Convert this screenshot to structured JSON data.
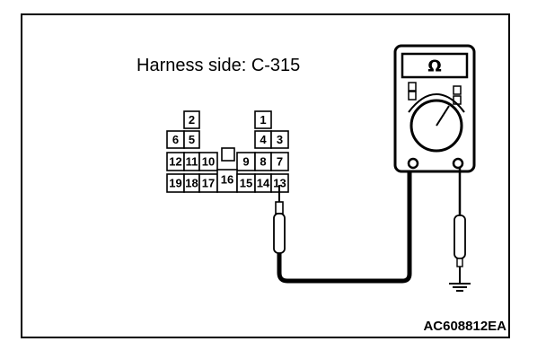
{
  "caption": "Harness side: C-315",
  "figure_id": "AC608812EA",
  "meter": {
    "unit_symbol": "Ω"
  },
  "connector": {
    "pins": [
      "1",
      "2",
      "3",
      "4",
      "5",
      "6",
      "7",
      "8",
      "9",
      "10",
      "11",
      "12",
      "13",
      "14",
      "15",
      "16",
      "17",
      "18",
      "19"
    ]
  },
  "colors": {
    "line": "#000000",
    "background": "#ffffff"
  }
}
